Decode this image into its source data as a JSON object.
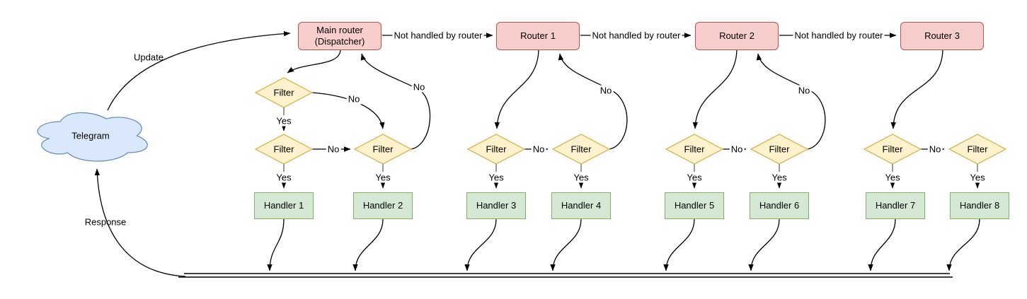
{
  "nodes": {
    "telegram": "Telegram",
    "main_router_line1": "Main router",
    "main_router_line2": "(Dispatcher)",
    "routers": [
      "Router 1",
      "Router 2",
      "Router 3"
    ],
    "filter": "Filter",
    "handlers": [
      "Handler 1",
      "Handler 2",
      "Handler 3",
      "Handler 4",
      "Handler 5",
      "Handler 6",
      "Handler 7",
      "Handler 8"
    ]
  },
  "edge_labels": {
    "update": "Update",
    "response": "Response",
    "yes": "Yes",
    "no": "No",
    "not_handled": "Not handled by router"
  },
  "colors": {
    "cloud_fill": "#dae8fc",
    "cloud_stroke": "#6c8ebf",
    "router_fill": "#f8cecc",
    "router_stroke": "#b85450",
    "filter_fill": "#fff2cc",
    "filter_stroke": "#d6b656",
    "handler_fill": "#d5e8d4",
    "handler_stroke": "#82b366",
    "edge": "#000000",
    "yes_stub": "#8f8f8f"
  }
}
